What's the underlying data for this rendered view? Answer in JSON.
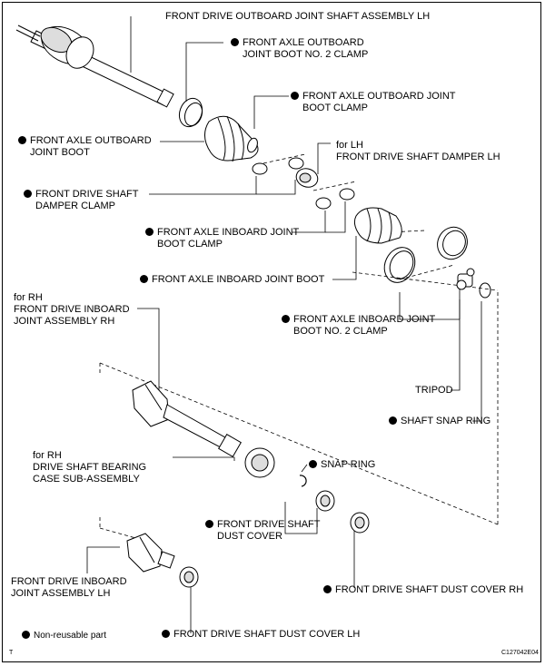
{
  "labels": {
    "outboard_shaft": "FRONT DRIVE OUTBOARD JOINT SHAFT ASSEMBLY LH",
    "outboard_boot_no2_clamp_1": "FRONT AXLE OUTBOARD",
    "outboard_boot_no2_clamp_2": "JOINT BOOT NO. 2 CLAMP",
    "outboard_boot_clamp_1": "FRONT AXLE OUTBOARD JOINT",
    "outboard_boot_clamp_2": "BOOT CLAMP",
    "outboard_boot_1": "FRONT AXLE OUTBOARD",
    "outboard_boot_2": "JOINT BOOT",
    "damper_lh_1": "for LH",
    "damper_lh_2": "FRONT DRIVE SHAFT DAMPER LH",
    "damper_clamp_1": "FRONT DRIVE SHAFT",
    "damper_clamp_2": "DAMPER CLAMP",
    "inboard_boot_clamp_1": "FRONT AXLE INBOARD JOINT",
    "inboard_boot_clamp_2": "BOOT CLAMP",
    "inboard_boot": "FRONT AXLE INBOARD JOINT BOOT",
    "inboard_rh_1": "for RH",
    "inboard_rh_2": "FRONT DRIVE INBOARD",
    "inboard_rh_3": "JOINT ASSEMBLY RH",
    "inboard_boot_no2_clamp_1": "FRONT AXLE INBOARD JOINT",
    "inboard_boot_no2_clamp_2": "BOOT NO. 2 CLAMP",
    "tripod": "TRIPOD",
    "shaft_snap_ring": "SHAFT SNAP RING",
    "bearing_case_1": "for RH",
    "bearing_case_2": "DRIVE SHAFT BEARING",
    "bearing_case_3": "CASE SUB-ASSEMBLY",
    "snap_ring": "SNAP RING",
    "dust_cover_1": "FRONT DRIVE SHAFT",
    "dust_cover_2": "DUST COVER",
    "dust_cover_rh": "FRONT DRIVE SHAFT DUST COVER RH",
    "inboard_lh_1": "FRONT DRIVE INBOARD",
    "inboard_lh_2": "JOINT ASSEMBLY LH",
    "dust_cover_lh": "FRONT DRIVE SHAFT DUST COVER LH",
    "legend": "Non-reusable part",
    "corner_t": "T",
    "figure_id": "C127042E04"
  },
  "colors": {
    "ink": "#000000",
    "paper": "#ffffff",
    "shade": "#b8b8b8"
  }
}
